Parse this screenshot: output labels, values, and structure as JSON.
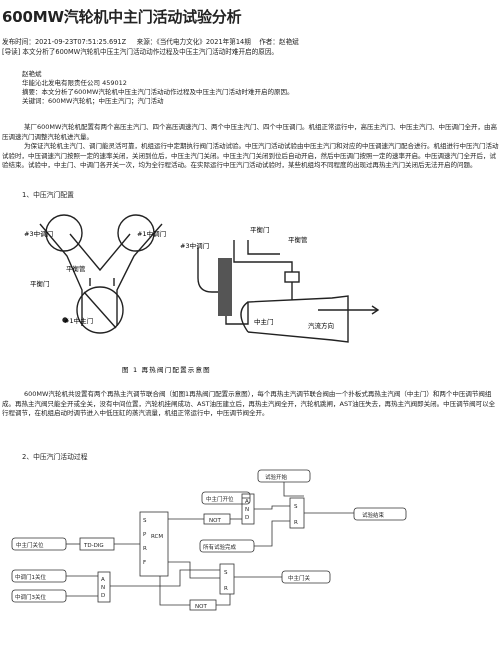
{
  "title": "600MW汽轮机中主门活动试验分析",
  "meta": {
    "published": "发布时间：2021-09-23T07:51:25.691Z",
    "source": "来源：《当代电力文化》2021年第14期",
    "author": "作者：赵艳斌"
  },
  "guide": "[导读] 本文分析了600MW汽轮机中压主汽门活动动作过程及中压主汽门活动时难开启的原因。",
  "author_block": {
    "name": "赵艳斌",
    "affiliation": "华能沁北发电有限责任公司  459012",
    "abstract": "摘要：本文分析了600MW汽轮机中压主汽门活动动作过程及中压主汽门活动时难开启的原因。",
    "keywords": "关键词：600MW汽轮机；中压主汽门；汽门活动"
  },
  "intro": [
    "某厂600MW汽轮机配置有两个高压主汽门、四个高压调速汽门、两个中压主汽门、四个中压调门。机组正常运行中，高压主汽门、中压主汽门、中压调门全开，由高压调速汽门调整汽轮机进汽量。",
    "为保证汽轮机主汽门、调门能灵活可靠，机组运行中定期执行阀门活动试验。中压汽门活动试验由中压主汽门和对应的中压调速汽门配合进行。机组进行中压汽门活动试验时，中压调速汽门按照一定的速率关闭，关闭到位后，中压主汽门关闭。中压主汽门关闭到位后自动开启，然后中压调门按照一定的速率开启。中压调速汽门全开后，试验结束。试验中，中主门、中调门各开关一次，均为全行程活动。在实际运行中压汽门活动试验时，某些机组均不同程度的出现过再热主汽门关闭后无法开启的问题。"
  ],
  "section1": "1、中压汽门配置",
  "figure1": {
    "left": {
      "label_3": "#3中调门",
      "label_1": "#1中调门",
      "label_balance": "平衡门",
      "label_pipe": "平衡管",
      "label_main": "#1中主门"
    },
    "right": {
      "label_3": "#3中调门",
      "label_balance": "平衡门",
      "label_pipe": "平衡管",
      "label_main": "中主门",
      "label_flow": "汽流方向"
    },
    "caption": "图 1 再热阀门配置示意图"
  },
  "para2": "600MW汽轮机共设置有两个再热主汽调节联合阀（如图1再热阀门配置示意图），每个再热主汽调节联合阀由一个扑板式再热主汽阀（中主门）和两个中压调节阀组成。再热主汽阀只能全开或全关，没有中间位置，汽轮机挂闸成功、AST油压建立后，再热主汽阀全开，汽轮机跳闸，AST油压失去，再热主汽阀即关闭。中压调节阀可以全行程调节，在机组启动时调节进入中低压缸的蒸汽流量，机组正常运行中，中压调节阀全开。",
  "section2": "2、中压汽门活动过程",
  "figure2": {
    "test_start": "试验开始",
    "main_open": "中主门开位",
    "not1": "NOT",
    "and1_a": "A",
    "and1_n": "N",
    "and1_d": "D",
    "s1": "S",
    "r1": "R",
    "test_end": "试验结束",
    "rcm_s": "S",
    "rcm_p": "P",
    "rcm_r": "R",
    "rcm_f": "F",
    "rcm_label": "RCM",
    "all_done": "所有试验完成",
    "main_close": "中主门关位",
    "td_dig": "TD-DIG",
    "cv1_close": "中调门1关位",
    "cv3_close": "中调门3关位",
    "and2_a": "A",
    "and2_n": "N",
    "and2_d": "D",
    "s2": "S",
    "r2": "R",
    "main_close_out": "中主门关",
    "not2": "NOT"
  }
}
